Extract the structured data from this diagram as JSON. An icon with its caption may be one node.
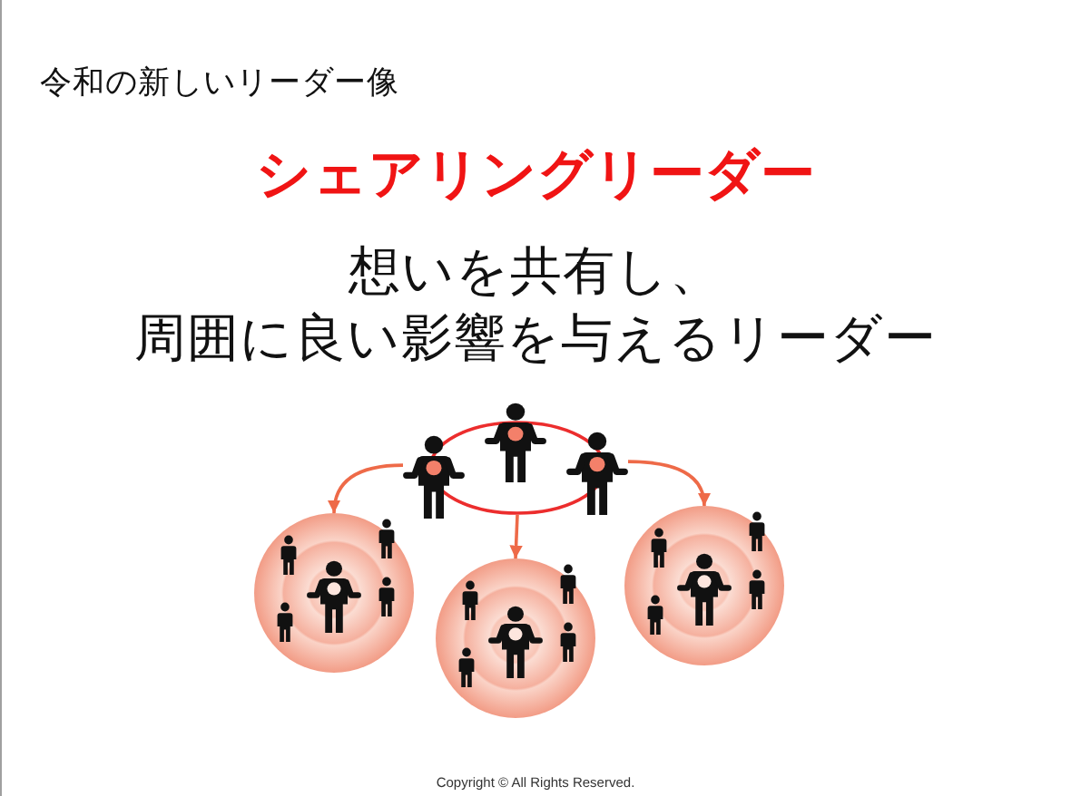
{
  "diagram": {
    "title": "シェアリングリーダー",
    "nodes": [
      {
        "text": [],
        "shape": "ellipse"
      },
      {
        "text": [],
        "shape": "person"
      },
      {
        "text": [],
        "shape": "person"
      },
      {
        "text": [],
        "shape": "person"
      },
      {
        "text": [],
        "shape": "circle"
      },
      {
        "text": [],
        "shape": "circle"
      },
      {
        "text": [],
        "shape": "circle"
      }
    ],
    "edges": [
      {
        "from": 1,
        "to": 4,
        "arrow": "to"
      },
      {
        "from": 0,
        "to": 5,
        "arrow": "to"
      },
      {
        "from": 3,
        "to": 6,
        "arrow": "to"
      }
    ],
    "labels": [
      "令和の新しいリーダー像",
      "想いを共有し、周囲に良い影響を与えるリーダー",
      "Copyright © All Rights Reserved."
    ]
  }
}
